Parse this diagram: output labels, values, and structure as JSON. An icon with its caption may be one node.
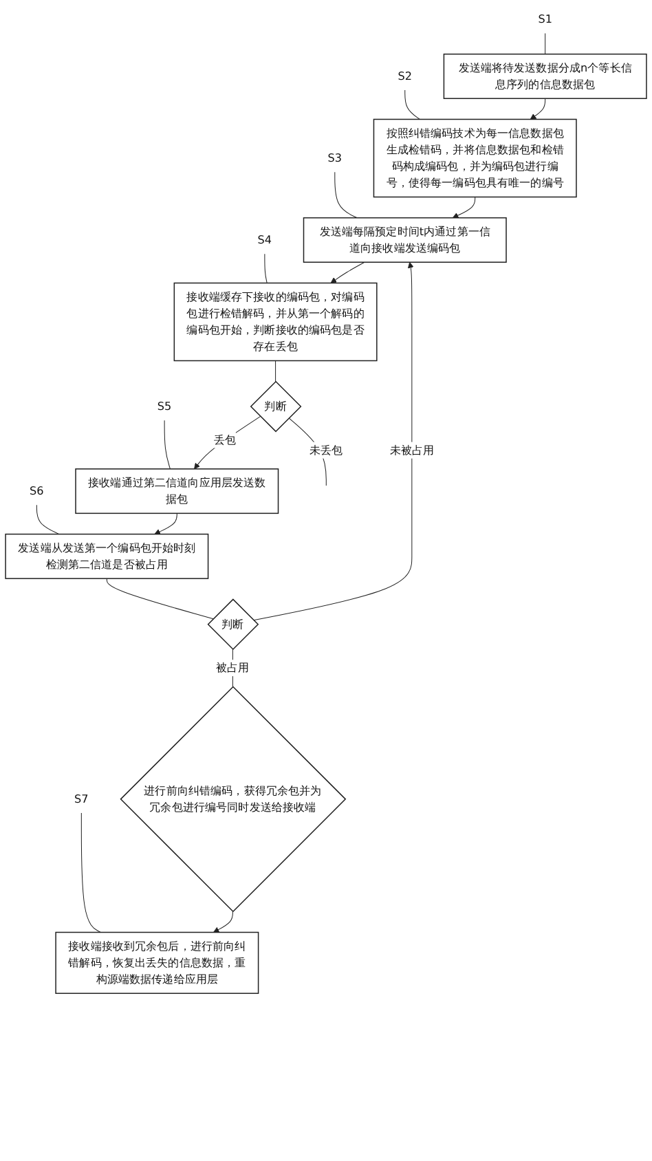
{
  "diagram": {
    "nodes": [
      {
        "text": [
          "S1"
        ]
      },
      {
        "text": [
          "发送端将待发送数据分成n个等长信息序列的信息数据包"
        ]
      },
      {
        "text": [
          "S2"
        ]
      },
      {
        "text": [
          "按照纠错编码技术为每一信息数据包生成检错码，并将信息数据包和检错码构成编码包，并为编码包进行编号，使得每一编码包具有唯一的编号"
        ]
      },
      {
        "text": [
          "S3"
        ]
      },
      {
        "text": [
          "发送端每隔预定时间t内通过第一信道向接收端发送编码包"
        ]
      },
      {
        "text": [
          "S4"
        ]
      },
      {
        "text": [
          "接收端缓存下接收的编码包，对编码包进行检错解码，并从第一个解码的编码包开始，判断接收的编码包是否存在丢包"
        ]
      },
      {
        "text": [
          "判断"
        ]
      },
      {
        "text": [
          "S5"
        ]
      },
      {
        "text": [
          "接收端通过第二信道向应用层发送数据包"
        ]
      },
      {
        "text": [
          "S6"
        ]
      },
      {
        "text": [
          "发送端从发送第一个编码包开始时刻检测第二信道是否被占用"
        ]
      },
      {
        "text": [
          "判断"
        ]
      },
      {
        "text": [
          "进行前向纠错编码，获得冗余包并为冗余包进行编号同时发送给接收端"
        ]
      },
      {
        "text": [
          "S7"
        ]
      },
      {
        "text": [
          "接收端接收到冗余包后，进行前向纠错解码，恢复出丢失的信息数据，重构源端数据传递给应用层"
        ]
      }
    ],
    "edges": [
      {
        "from": 0,
        "to": 1,
        "arrow": "none"
      },
      {
        "from": 2,
        "to": 3,
        "arrow": "none"
      },
      {
        "from": 4,
        "to": 5,
        "arrow": "none"
      },
      {
        "from": 6,
        "to": 7,
        "arrow": "none"
      },
      {
        "from": 9,
        "to": 10,
        "arrow": "none"
      },
      {
        "from": 11,
        "to": 12,
        "arrow": "none"
      },
      {
        "from": 15,
        "to": 16,
        "arrow": "none"
      },
      {
        "from": 1,
        "to": 3,
        "arrow": "to"
      },
      {
        "from": 3,
        "to": 5,
        "arrow": "to"
      },
      {
        "from": 5,
        "to": 7,
        "arrow": "to"
      },
      {
        "from": 7,
        "to": 8,
        "arrow": "none"
      },
      {
        "from": 8,
        "to": null,
        "label": "未丢包",
        "arrow": "none"
      },
      {
        "from": 8,
        "to": 10,
        "label": "丢包",
        "arrow": "to"
      },
      {
        "from": 10,
        "to": 12,
        "arrow": "to"
      },
      {
        "from": 12,
        "to": 13,
        "arrow": "none"
      },
      {
        "from": 13,
        "to": 14,
        "label": "被占用",
        "arrow": "none"
      },
      {
        "from": 13,
        "to": 5,
        "label": "未被占用",
        "arrow": "to"
      },
      {
        "from": 14,
        "to": 16,
        "arrow": "to"
      }
    ]
  }
}
